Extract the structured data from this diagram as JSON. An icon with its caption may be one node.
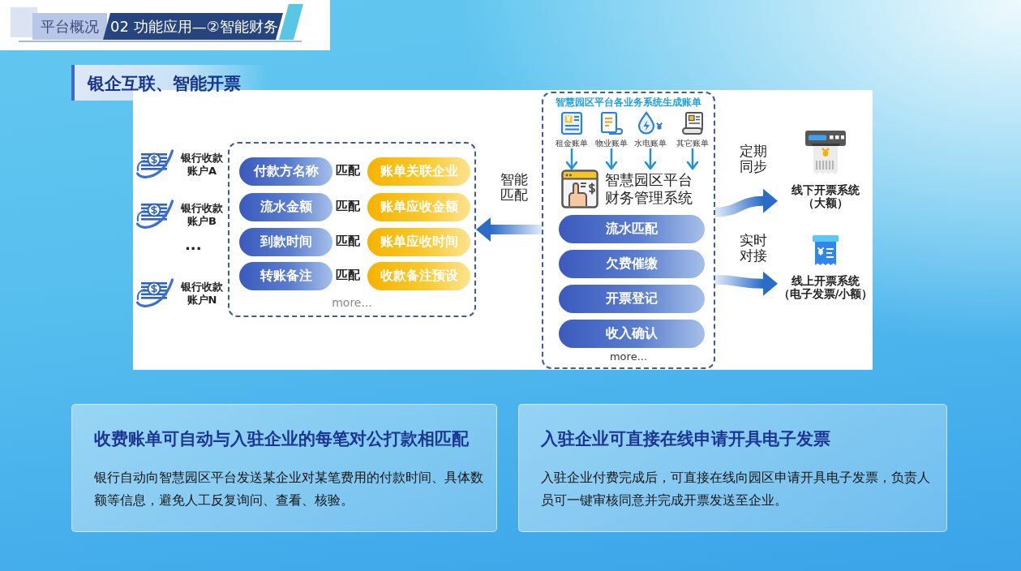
{
  "diagram": {
    "title": "银企互联、智能开票",
    "nodes": [
      {
        "text": [
          "平台概况"
        ]
      },
      {
        "text": [
          "02 功能应用—②智能财务"
        ]
      },
      {
        "text": [
          "more..."
        ]
      },
      {
        "text": [
          "付款方名称"
        ],
        "in": 2
      },
      {
        "text": [
          "账单关联企业"
        ],
        "in": 2
      },
      {
        "text": [
          "流水金额"
        ],
        "in": 2
      },
      {
        "text": [
          "账单应收金额"
        ],
        "in": 2
      },
      {
        "text": [
          "到款时间"
        ],
        "in": 2
      },
      {
        "text": [
          "账单应收时间"
        ],
        "in": 2
      },
      {
        "text": [
          "转账备注"
        ],
        "in": 2
      },
      {
        "text": [
          "收款备注预设"
        ],
        "in": 2
      },
      {
        "text": [
          "智慧园区平台各业务系统生成账单",
          "more..."
        ]
      },
      {
        "text": [
          "租金账单"
        ],
        "in": 11
      },
      {
        "text": [
          "物业账单"
        ],
        "in": 11
      },
      {
        "text": [
          "水电账单"
        ],
        "in": 11
      },
      {
        "text": [
          "其它账单"
        ],
        "in": 11
      },
      {
        "text": [
          "智慧园区平台财务管理系统"
        ],
        "in": 11
      },
      {
        "text": [
          "流水匹配"
        ],
        "in": 11
      },
      {
        "text": [
          "欠费催缴"
        ],
        "in": 11
      },
      {
        "text": [
          "开票登记"
        ],
        "in": 11
      },
      {
        "text": [
          "收入确认"
        ],
        "in": 11
      },
      {
        "text": [
          "线下开票系统（大额）"
        ]
      },
      {
        "text": [
          "线上开票系统（电子发票/小额）"
        ]
      },
      {
        "text": [
          "收费账单可自动与入驻企业的每笔对公打款相匹配",
          "银行自动向智慧园区平台发送某企业对某笔费用的付款时间、具体数额等信息，避免人工反复询问、查看、核验。"
        ]
      },
      {
        "text": [
          "入驻企业可直接在线申请开具电子发票",
          "入驻企业付费完成后，可直接在线向园区申请开具电子发票，负责人员可一键审核同意并完成开票发送至企业。"
        ]
      }
    ],
    "edges": [
      {
        "from": 12,
        "to": 16,
        "arrow": "to"
      },
      {
        "from": 13,
        "to": 16,
        "arrow": "to"
      },
      {
        "from": 14,
        "to": 16,
        "arrow": "to"
      },
      {
        "from": 15,
        "to": 16,
        "arrow": "to"
      },
      {
        "from": 11,
        "to": 2,
        "arrow": "to",
        "label": "智能匹配",
        "style": "thick"
      },
      {
        "from": 11,
        "to": 21,
        "arrow": "to",
        "label": "定期同步",
        "style": "thick"
      },
      {
        "from": 11,
        "to": 22,
        "arrow": "to",
        "label": "实时对接",
        "style": "thick"
      }
    ],
    "labels": [
      "银行收款账户A",
      "银行收款账户B",
      "...",
      "银行收款账户N",
      "匹配",
      "匹配",
      "匹配",
      "匹配"
    ]
  }
}
